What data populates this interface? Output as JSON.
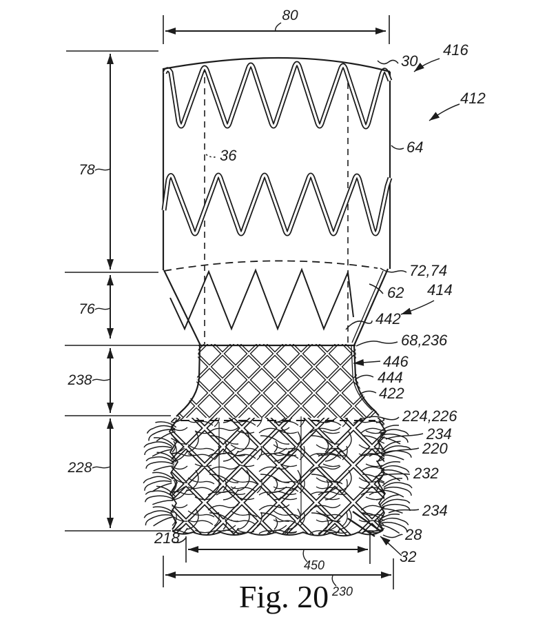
{
  "figure": {
    "caption": "Fig. 20",
    "ink_color": "#1c1c1c",
    "paper_color": "#ffffff"
  },
  "dimensions": {
    "width_top": "80",
    "height_upper": "78",
    "height_taper": "76",
    "height_mesh": "238",
    "height_skirt": "228",
    "width_inner_bottom": "450",
    "width_outer_bottom": "230"
  },
  "refs": {
    "top_edge": "30",
    "upper_assembly": "416",
    "device": "412",
    "graft": "64",
    "centerline": "36",
    "transition": "72,74",
    "bare_stent": "62",
    "lower_assembly": "414",
    "taper_edge": "442",
    "mesh_top": "68,236",
    "mesh_strut": "446",
    "mesh_edge": "444",
    "flare": "422",
    "fiber_boundary": "224,226",
    "fibers_upper": "234",
    "mesh_body": "220",
    "fibers_mid": "232",
    "fibers_lower": "234",
    "mesh_corner": "28",
    "bottom_end": "32",
    "skirt_bottom_left": "218"
  }
}
